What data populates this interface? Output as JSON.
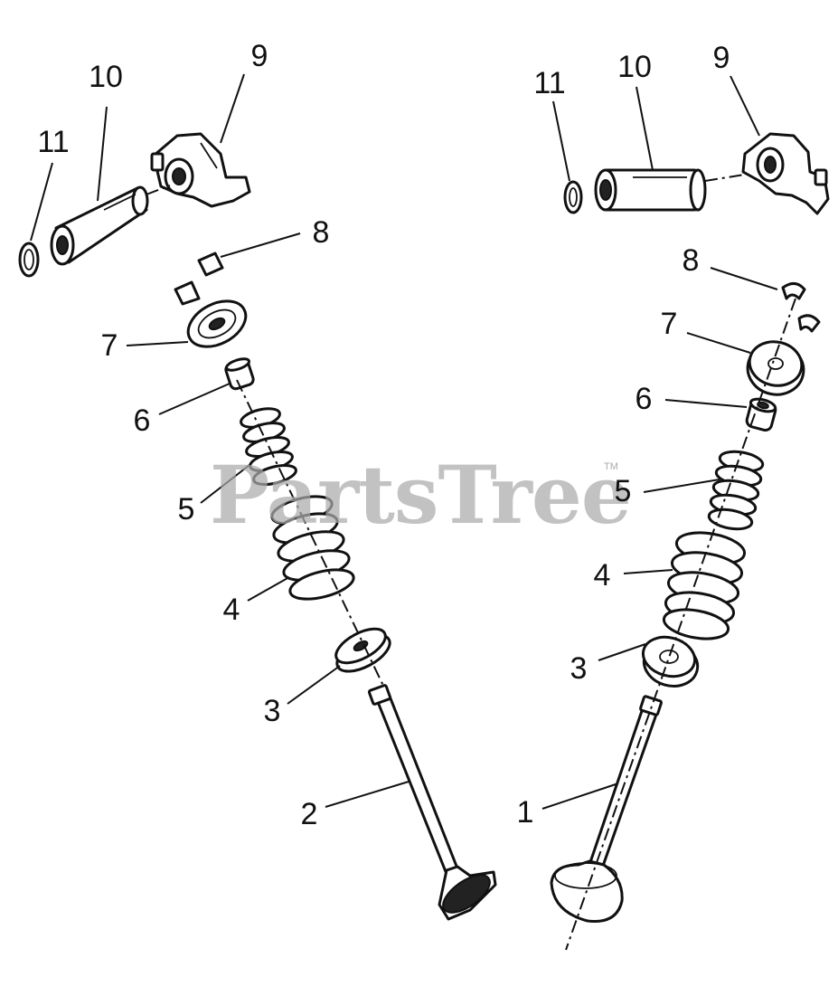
{
  "watermark": {
    "text": "PartsTree",
    "trademark": "TM"
  },
  "callouts": {
    "left": {
      "n11": "11",
      "n10": "10",
      "n9": "9",
      "n8": "8",
      "n7": "7",
      "n6": "6",
      "n5": "5",
      "n4": "4",
      "n3": "3",
      "n2": "2"
    },
    "right": {
      "n11": "11",
      "n10": "10",
      "n9": "9",
      "n8": "8",
      "n7": "7",
      "n6": "6",
      "n5": "5",
      "n4": "4",
      "n3": "3",
      "n1": "1"
    }
  }
}
